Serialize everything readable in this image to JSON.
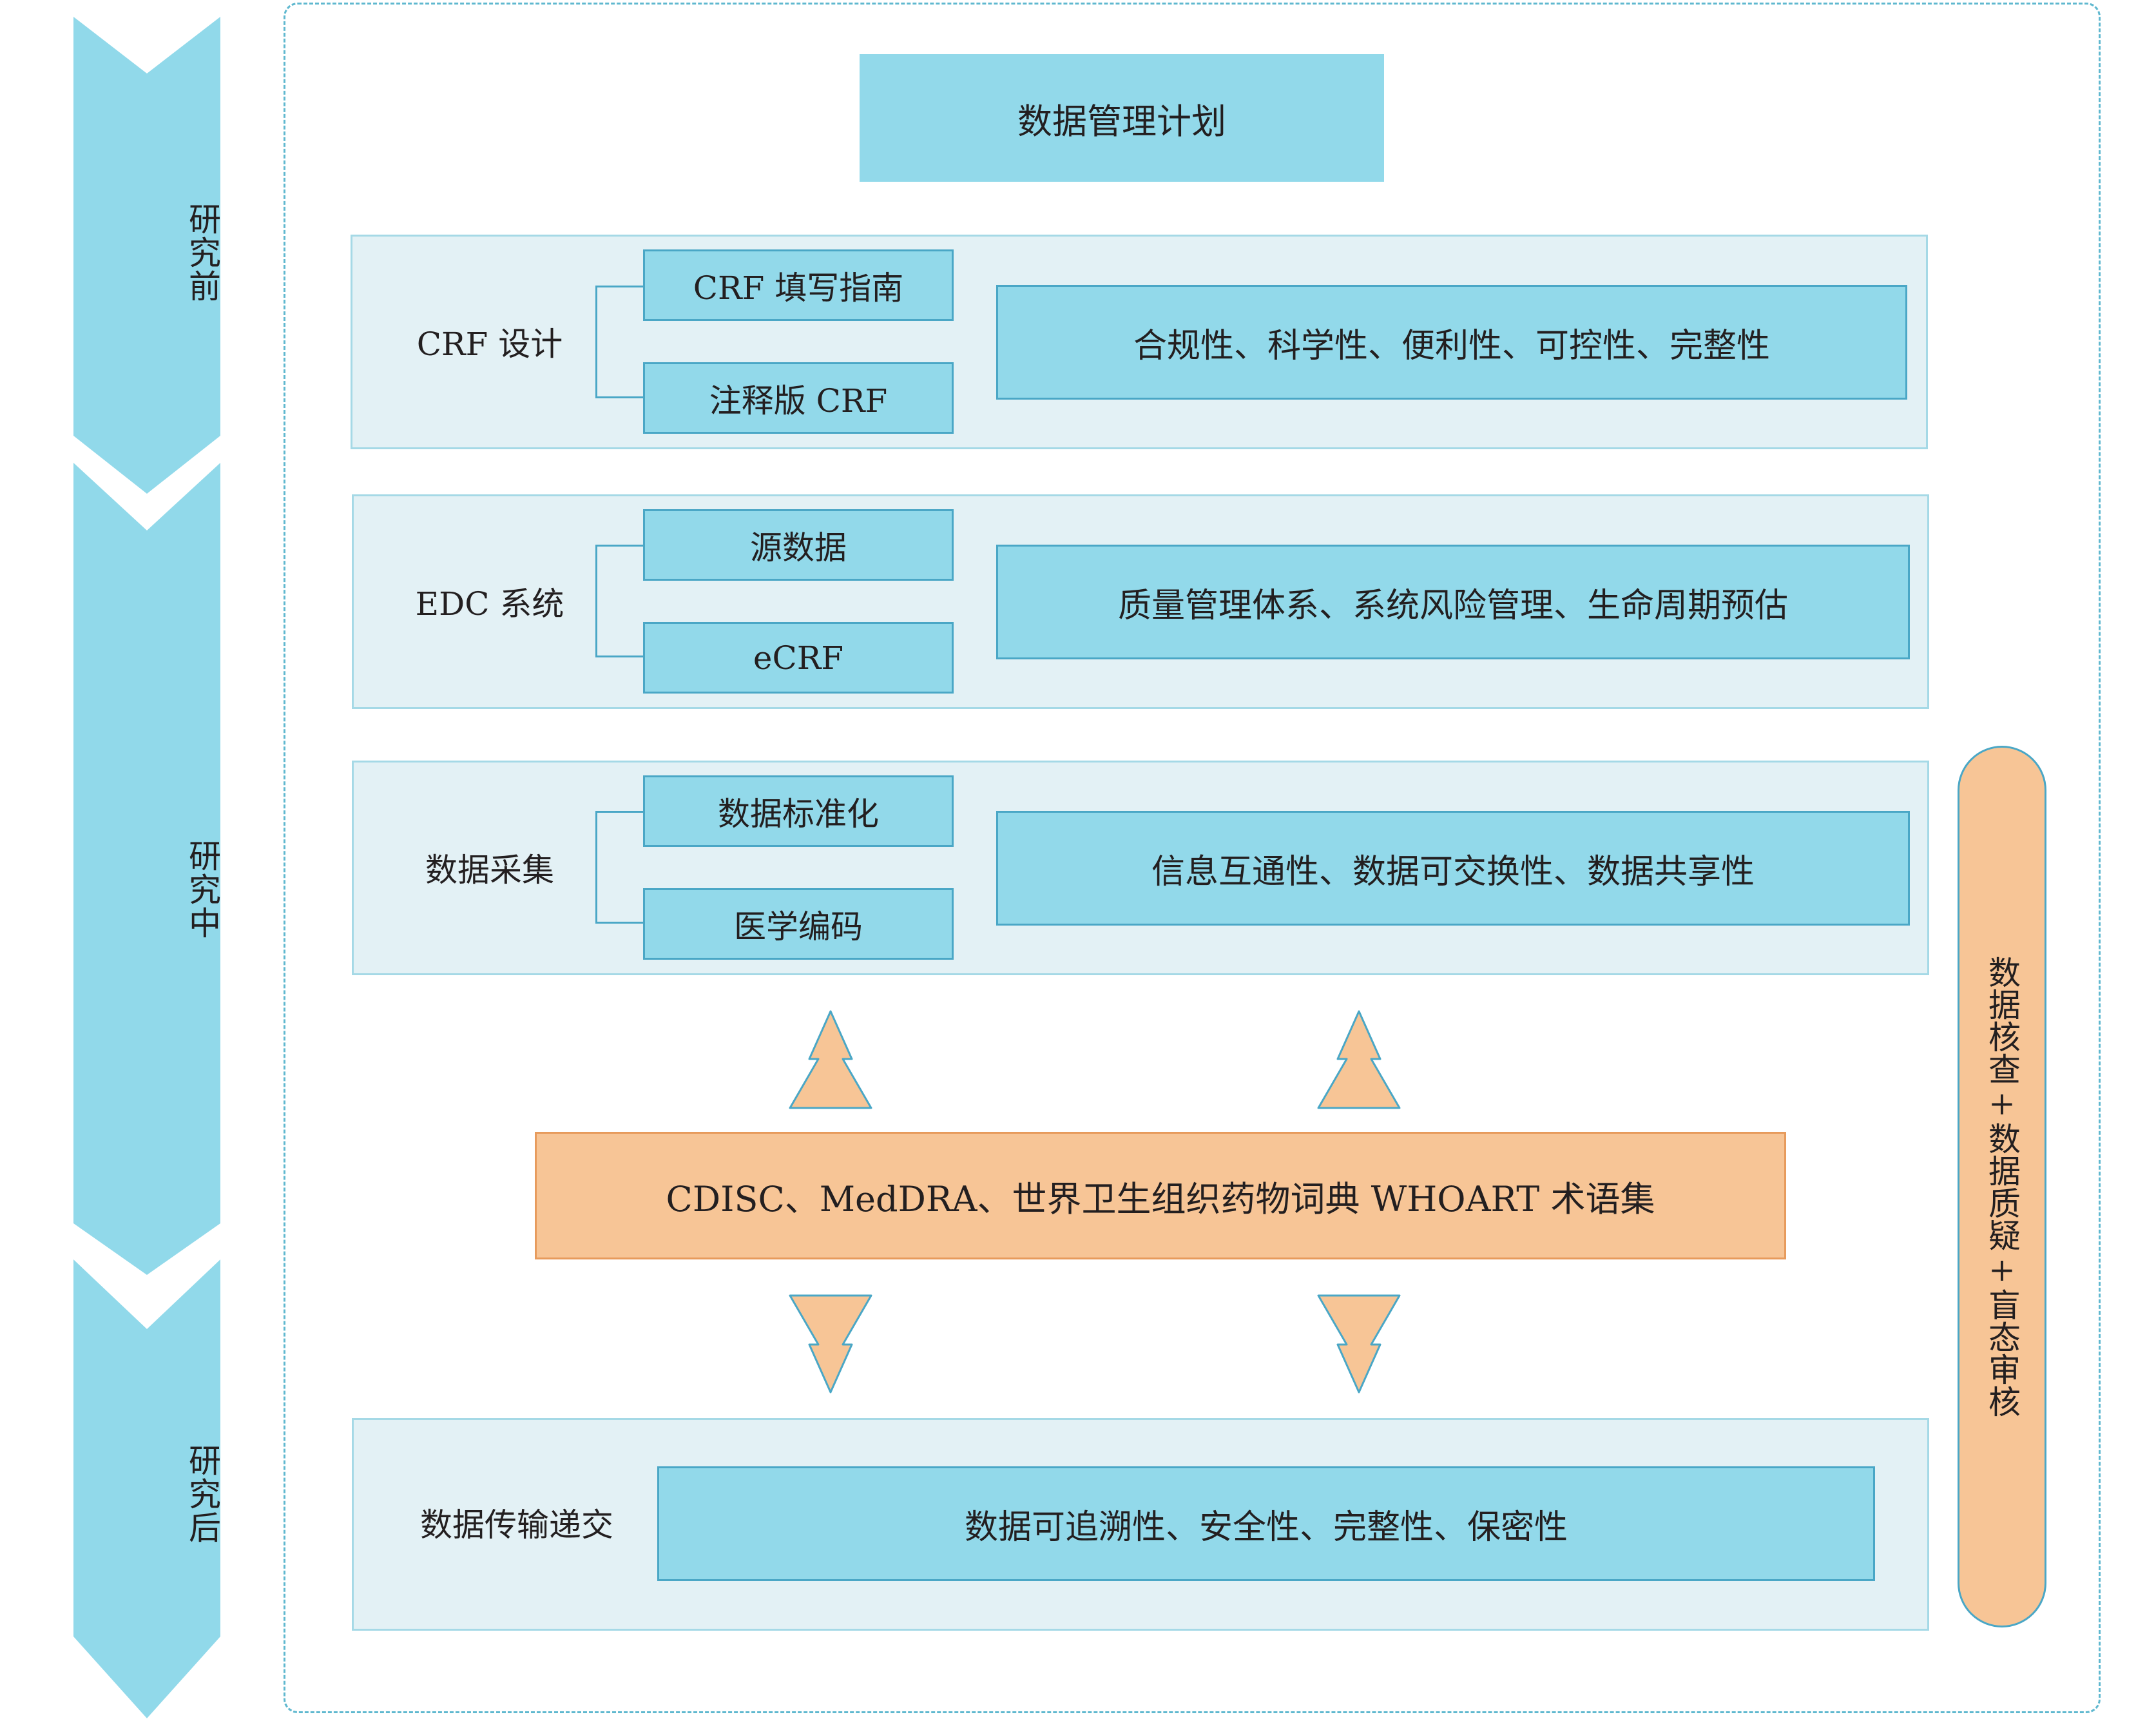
{
  "phases": [
    "研究前",
    "研究中",
    "研究后"
  ],
  "top_title": "数据管理计划",
  "groups": [
    {
      "title": "CRF 设计",
      "sub": [
        "CRF 填写指南",
        "注释版 CRF"
      ],
      "properties": "合规性、科学性、便利性、可控性、完整性"
    },
    {
      "title": "EDC 系统",
      "sub": [
        "源数据",
        "eCRF"
      ],
      "properties": "质量管理体系、系统风险管理、生命周期预估"
    },
    {
      "title": "数据采集",
      "sub": [
        "数据标准化",
        "医学编码"
      ],
      "properties": "信息互通性、数据可交换性、数据共享性"
    }
  ],
  "standards": "CDISC、MedDRA、世界卫生组织药物词典 WHOART 术语集",
  "transfer": {
    "title": "数据传输递交",
    "properties": "数据可追溯性、安全性、完整性、保密性"
  },
  "side_label": "数据核查+数据质疑+盲态审核",
  "colors": {
    "blue": "#92d9ea",
    "orange": "#f7c596",
    "border": "#4aa7c6"
  }
}
